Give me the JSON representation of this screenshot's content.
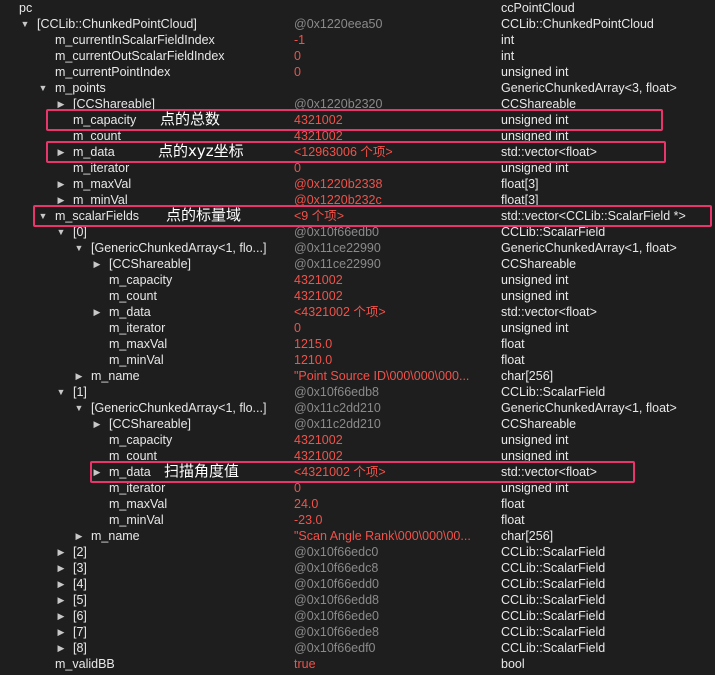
{
  "rows": [
    {
      "name": "pc",
      "value": "",
      "type": "ccPointCloud",
      "depth": 0,
      "arrow": "none",
      "style": ""
    },
    {
      "name": "[CCLib::ChunkedPointCloud]",
      "value": "@0x1220eea50",
      "type": "CCLib::ChunkedPointCloud",
      "depth": 1,
      "arrow": "down",
      "style": "gray"
    },
    {
      "name": "m_currentInScalarFieldIndex",
      "value": "-1",
      "type": "int",
      "depth": 2,
      "arrow": "none",
      "style": "red"
    },
    {
      "name": "m_currentOutScalarFieldIndex",
      "value": "0",
      "type": "int",
      "depth": 2,
      "arrow": "none",
      "style": "red"
    },
    {
      "name": "m_currentPointIndex",
      "value": "0",
      "type": "unsigned int",
      "depth": 2,
      "arrow": "none",
      "style": "red"
    },
    {
      "name": "m_points",
      "value": "",
      "type": "GenericChunkedArray<3, float>",
      "depth": 2,
      "arrow": "down",
      "style": ""
    },
    {
      "name": "[CCShareable]",
      "value": "@0x1220b2320",
      "type": "CCShareable",
      "depth": 3,
      "arrow": "right",
      "style": "gray"
    },
    {
      "name": "m_capacity",
      "value": "4321002",
      "type": "unsigned int",
      "depth": 3,
      "arrow": "none",
      "style": "red"
    },
    {
      "name": "m_count",
      "value": "4321002",
      "type": "unsigned int",
      "depth": 3,
      "arrow": "none",
      "style": "red"
    },
    {
      "name": "m_data",
      "value": "<12963006 个项>",
      "type": "std::vector<float>",
      "depth": 3,
      "arrow": "right",
      "style": "red"
    },
    {
      "name": "m_iterator",
      "value": "0",
      "type": "unsigned int",
      "depth": 3,
      "arrow": "none",
      "style": "red"
    },
    {
      "name": "m_maxVal",
      "value": "@0x1220b2338",
      "type": "float[3]",
      "depth": 3,
      "arrow": "right",
      "style": "red"
    },
    {
      "name": "m_minVal",
      "value": "@0x1220b232c",
      "type": "float[3]",
      "depth": 3,
      "arrow": "right",
      "style": "red"
    },
    {
      "name": "m_scalarFields",
      "value": "<9 个项>",
      "type": "std::vector<CCLib::ScalarField *>",
      "depth": 2,
      "arrow": "down",
      "style": "red"
    },
    {
      "name": "[0]",
      "value": "@0x10f66edb0",
      "type": "CCLib::ScalarField",
      "depth": 3,
      "arrow": "down",
      "style": "gray"
    },
    {
      "name": "[GenericChunkedArray<1, flo...]",
      "value": "@0x11ce22990",
      "type": "GenericChunkedArray<1, float>",
      "depth": 4,
      "arrow": "down",
      "style": "gray"
    },
    {
      "name": "[CCShareable]",
      "value": "@0x11ce22990",
      "type": "CCShareable",
      "depth": 5,
      "arrow": "right",
      "style": "gray"
    },
    {
      "name": "m_capacity",
      "value": "4321002",
      "type": "unsigned int",
      "depth": 5,
      "arrow": "none",
      "style": "red"
    },
    {
      "name": "m_count",
      "value": "4321002",
      "type": "unsigned int",
      "depth": 5,
      "arrow": "none",
      "style": "red"
    },
    {
      "name": "m_data",
      "value": "<4321002 个项>",
      "type": "std::vector<float>",
      "depth": 5,
      "arrow": "right",
      "style": "red"
    },
    {
      "name": "m_iterator",
      "value": "0",
      "type": "unsigned int",
      "depth": 5,
      "arrow": "none",
      "style": "red"
    },
    {
      "name": "m_maxVal",
      "value": "1215.0",
      "type": "float",
      "depth": 5,
      "arrow": "none",
      "style": "red"
    },
    {
      "name": "m_minVal",
      "value": "1210.0",
      "type": "float",
      "depth": 5,
      "arrow": "none",
      "style": "red"
    },
    {
      "name": "m_name",
      "value": "\"Point Source ID\\000\\000\\000...",
      "type": "char[256]",
      "depth": 4,
      "arrow": "right",
      "style": "red"
    },
    {
      "name": "[1]",
      "value": "@0x10f66edb8",
      "type": "CCLib::ScalarField",
      "depth": 3,
      "arrow": "down",
      "style": "gray"
    },
    {
      "name": "[GenericChunkedArray<1, flo...]",
      "value": "@0x11c2dd210",
      "type": "GenericChunkedArray<1, float>",
      "depth": 4,
      "arrow": "down",
      "style": "gray"
    },
    {
      "name": "[CCShareable]",
      "value": "@0x11c2dd210",
      "type": "CCShareable",
      "depth": 5,
      "arrow": "right",
      "style": "gray"
    },
    {
      "name": "m_capacity",
      "value": "4321002",
      "type": "unsigned int",
      "depth": 5,
      "arrow": "none",
      "style": "red"
    },
    {
      "name": "m_count",
      "value": "4321002",
      "type": "unsigned int",
      "depth": 5,
      "arrow": "none",
      "style": "red"
    },
    {
      "name": "m_data",
      "value": "<4321002 个项>",
      "type": "std::vector<float>",
      "depth": 5,
      "arrow": "right",
      "style": "red"
    },
    {
      "name": "m_iterator",
      "value": "0",
      "type": "unsigned int",
      "depth": 5,
      "arrow": "none",
      "style": "red"
    },
    {
      "name": "m_maxVal",
      "value": "24.0",
      "type": "float",
      "depth": 5,
      "arrow": "none",
      "style": "red"
    },
    {
      "name": "m_minVal",
      "value": "-23.0",
      "type": "float",
      "depth": 5,
      "arrow": "none",
      "style": "red"
    },
    {
      "name": "m_name",
      "value": "\"Scan Angle Rank\\000\\000\\00...",
      "type": "char[256]",
      "depth": 4,
      "arrow": "right",
      "style": "red"
    },
    {
      "name": "[2]",
      "value": "@0x10f66edc0",
      "type": "CCLib::ScalarField",
      "depth": 3,
      "arrow": "right",
      "style": "gray"
    },
    {
      "name": "[3]",
      "value": "@0x10f66edc8",
      "type": "CCLib::ScalarField",
      "depth": 3,
      "arrow": "right",
      "style": "gray"
    },
    {
      "name": "[4]",
      "value": "@0x10f66edd0",
      "type": "CCLib::ScalarField",
      "depth": 3,
      "arrow": "right",
      "style": "gray"
    },
    {
      "name": "[5]",
      "value": "@0x10f66edd8",
      "type": "CCLib::ScalarField",
      "depth": 3,
      "arrow": "right",
      "style": "gray"
    },
    {
      "name": "[6]",
      "value": "@0x10f66ede0",
      "type": "CCLib::ScalarField",
      "depth": 3,
      "arrow": "right",
      "style": "gray"
    },
    {
      "name": "[7]",
      "value": "@0x10f66ede8",
      "type": "CCLib::ScalarField",
      "depth": 3,
      "arrow": "right",
      "style": "gray"
    },
    {
      "name": "[8]",
      "value": "@0x10f66edf0",
      "type": "CCLib::ScalarField",
      "depth": 3,
      "arrow": "right",
      "style": "gray"
    },
    {
      "name": "m_validBB",
      "value": "true",
      "type": "bool",
      "depth": 2,
      "arrow": "none",
      "style": "red"
    }
  ],
  "annotations": [
    {
      "label": "点的总数",
      "row": 7
    },
    {
      "label": "点的xyz坐标",
      "row": 9
    },
    {
      "label": "点的标量域",
      "row": 13
    },
    {
      "label": "扫描角度值",
      "row": 29
    }
  ],
  "colors": {
    "highlight": "#e8366c",
    "value_red": "#f0524a",
    "address_gray": "#8a8a8a",
    "background": "#1e1e1e"
  },
  "icons": {
    "expanded": "disclosure-down-icon",
    "collapsed": "disclosure-right-icon"
  }
}
